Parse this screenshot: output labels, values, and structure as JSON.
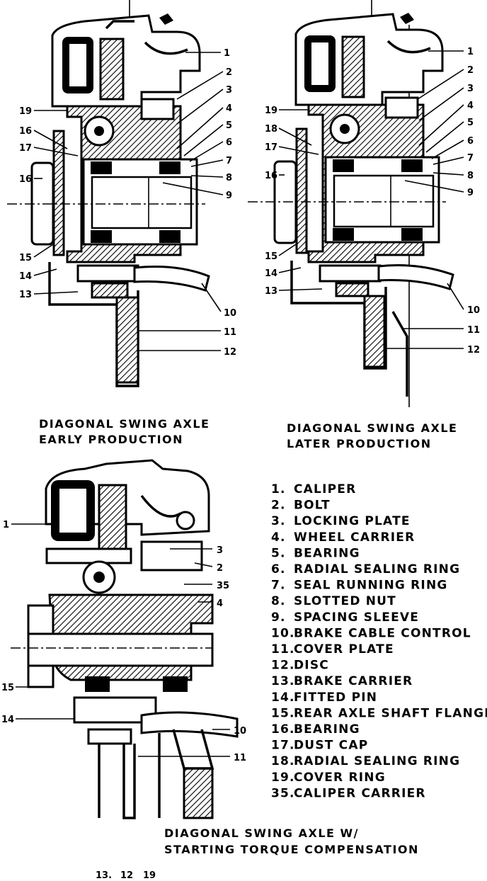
{
  "diagrams": [
    {
      "title_line1": "DIAGONAL SWING AXLE",
      "title_line2": "EARLY PRODUCTION",
      "callouts": [
        "1",
        "2",
        "3",
        "4",
        "5",
        "6",
        "7",
        "8",
        "9",
        "10",
        "11",
        "12",
        "13",
        "14",
        "15",
        "16",
        "16",
        "17",
        "19"
      ]
    },
    {
      "title_line1": "DIAGONAL SWING AXLE",
      "title_line2": "LATER PRODUCTION",
      "callouts": [
        "1",
        "2",
        "3",
        "4",
        "5",
        "6",
        "7",
        "8",
        "9",
        "10",
        "11",
        "12",
        "13",
        "14",
        "15",
        "16",
        "17",
        "18",
        "19"
      ]
    },
    {
      "title_line1": "DIAGONAL SWING AXLE W/",
      "title_line2": "STARTING TORQUE COMPENSATION",
      "callouts": [
        "1",
        "3",
        "2",
        "35",
        "4",
        "15",
        "14",
        "10",
        "11",
        "13",
        "12",
        "19"
      ]
    }
  ],
  "legend": [
    {
      "num": "1.",
      "label": "CALIPER"
    },
    {
      "num": "2.",
      "label": "BOLT"
    },
    {
      "num": "3.",
      "label": "LOCKING PLATE"
    },
    {
      "num": "4.",
      "label": "WHEEL CARRIER"
    },
    {
      "num": "5.",
      "label": "BEARING"
    },
    {
      "num": "6.",
      "label": "RADIAL SEALING RING"
    },
    {
      "num": "7.",
      "label": "SEAL RUNNING RING"
    },
    {
      "num": "8.",
      "label": "SLOTTED NUT"
    },
    {
      "num": "9.",
      "label": "SPACING SLEEVE"
    },
    {
      "num": "10.",
      "label": "BRAKE CABLE CONTROL"
    },
    {
      "num": "11.",
      "label": "COVER PLATE"
    },
    {
      "num": "12.",
      "label": "DISC"
    },
    {
      "num": "13.",
      "label": "BRAKE CARRIER"
    },
    {
      "num": "14.",
      "label": "FITTED PIN"
    },
    {
      "num": "15.",
      "label": "REAR AXLE SHAFT FLANGE"
    },
    {
      "num": "16.",
      "label": "BEARING"
    },
    {
      "num": "17.",
      "label": "DUST CAP"
    },
    {
      "num": "18.",
      "label": "RADIAL SEALING RING"
    },
    {
      "num": "19.",
      "label": "COVER RING"
    },
    {
      "num": "35.",
      "label": "CALIPER CARRIER"
    }
  ]
}
